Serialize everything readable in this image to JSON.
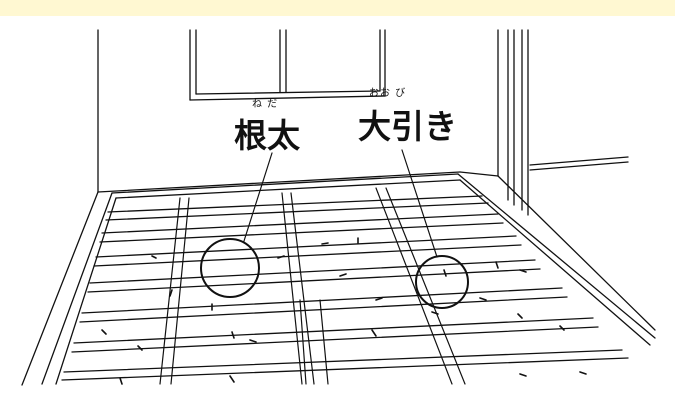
{
  "figure": {
    "header_band_color": "#fff8d2",
    "line_color": "#111111",
    "labels": [
      {
        "id": "nebuta",
        "text": "根太",
        "ruby": "ね だ"
      },
      {
        "id": "obiki",
        "text": "大引き",
        "ruby": "おお び"
      }
    ],
    "icons": [
      "window-icon",
      "door-frame-icon"
    ]
  }
}
